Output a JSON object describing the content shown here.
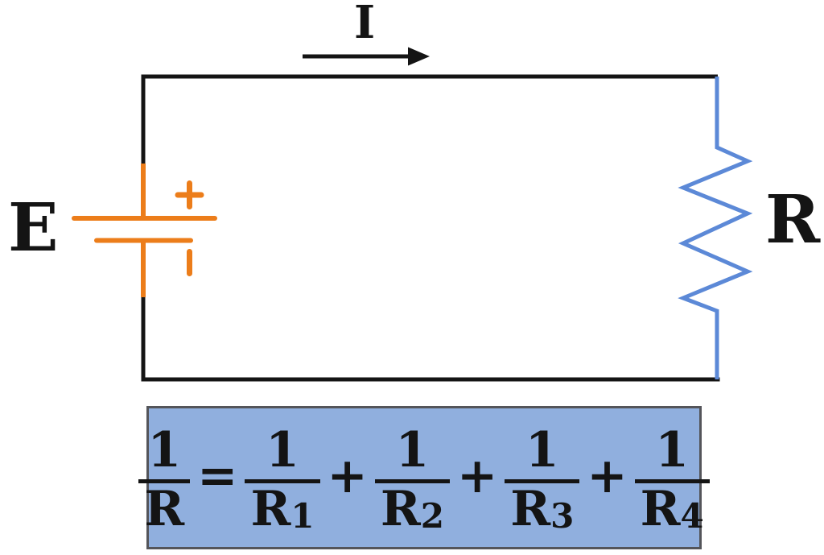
{
  "figure": {
    "type": "series-circuit-with-equivalent-parallel-resistance-formula",
    "labels": {
      "source": "E",
      "current": "I",
      "resistor": "R"
    },
    "battery": {
      "plus_sign": "+",
      "minus_sign": "−"
    },
    "colors": {
      "wire": "#141414",
      "battery": "#EC7D1A",
      "resistor": "#5C89D7",
      "formula_box_fill": "#90AFDE",
      "formula_box_border": "#54555A"
    },
    "formula": {
      "terms": [
        {
          "numerator": "1",
          "denominator": "R",
          "subscript": ""
        },
        {
          "numerator": "1",
          "denominator": "R",
          "subscript": "1"
        },
        {
          "numerator": "1",
          "denominator": "R",
          "subscript": "2"
        },
        {
          "numerator": "1",
          "denominator": "R",
          "subscript": "3"
        },
        {
          "numerator": "1",
          "denominator": "R",
          "subscript": "4"
        }
      ],
      "operators": [
        "=",
        "+",
        "+",
        "+"
      ]
    }
  }
}
